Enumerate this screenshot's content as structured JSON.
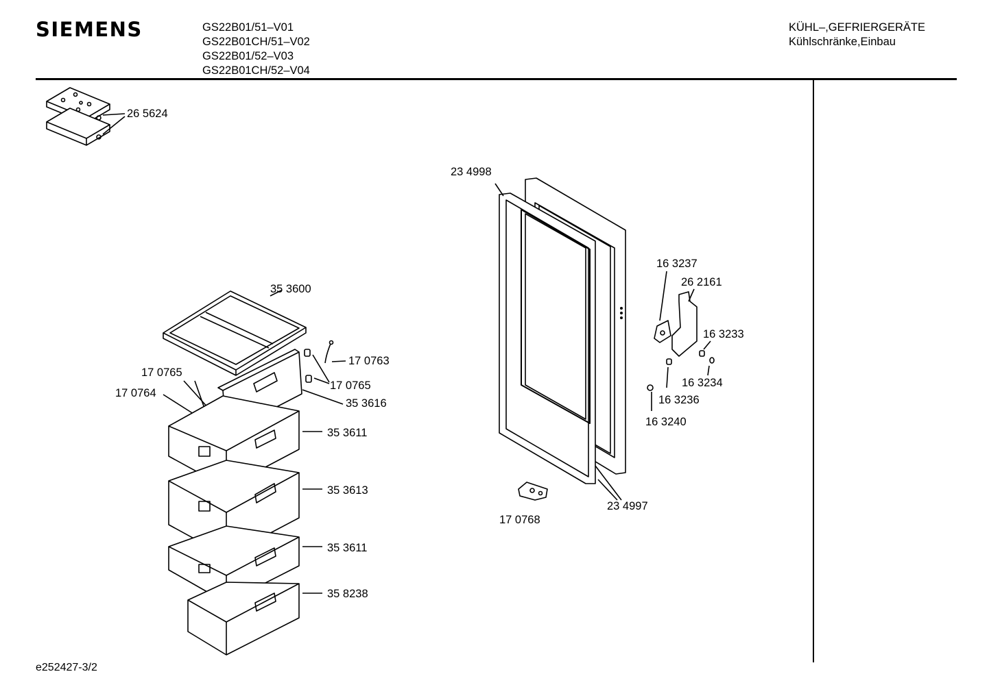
{
  "header": {
    "brand": "SIEMENS",
    "models": [
      "GS22B01/51–V01",
      "GS22B01CH/51–V02",
      "GS22B01/52–V03",
      "GS22B01CH/52–V04"
    ],
    "category_line1": "KÜHL–,GEFRIERGERÄTE",
    "category_line2": "Kühlschränke,Einbau"
  },
  "footer": {
    "drawing_id": "e252427-3/2"
  },
  "parts": {
    "p265624": "26 5624",
    "p234998": "23 4998",
    "p353600": "35 3600",
    "p170763": "17 0763",
    "p170765a": "17 0765",
    "p170765b": "17 0765",
    "p170764": "17 0764",
    "p353616": "35 3616",
    "p353611a": "35 3611",
    "p353613": "35 3613",
    "p353611b": "35 3611",
    "p358238": "35 8238",
    "p163237": "16 3237",
    "p262161": "26 2161",
    "p163233": "16 3233",
    "p163234": "16 3234",
    "p163236": "16 3236",
    "p163240": "16 3240",
    "p234997": "23 4997",
    "p170768": "17 0768"
  }
}
